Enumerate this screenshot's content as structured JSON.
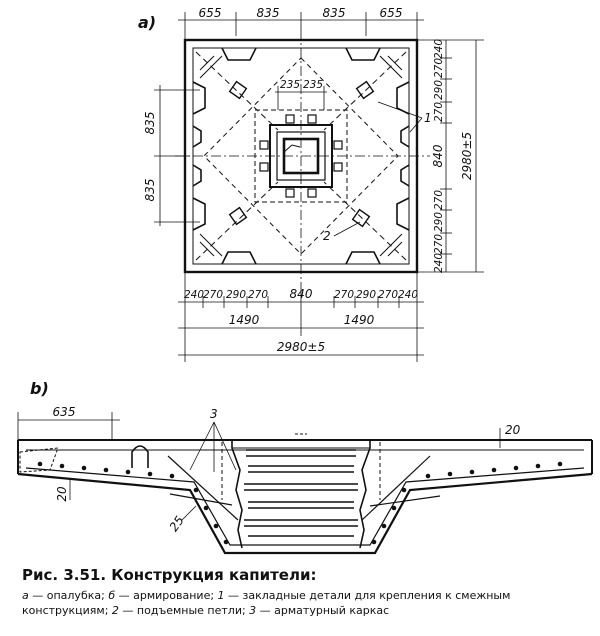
{
  "plan": {
    "label": "а)",
    "top_dims": [
      "655",
      "835",
      "835",
      "655"
    ],
    "inner_dims": [
      "235",
      "235"
    ],
    "left_dims": [
      "835",
      "835"
    ],
    "right_dims": [
      "240",
      "270",
      "290",
      "270",
      "840",
      "270",
      "290",
      "270",
      "240"
    ],
    "overall_right": "2980±5",
    "bottom_dims": [
      "240",
      "270",
      "290",
      "270",
      "840",
      "270",
      "290",
      "270",
      "240"
    ],
    "half_dims": [
      "1490",
      "1490"
    ],
    "overall_bottom": "2980±5",
    "callouts": [
      "1",
      "2"
    ]
  },
  "section": {
    "label": "b)",
    "dims": [
      "635",
      "20",
      "20",
      "25"
    ],
    "callout": "3"
  },
  "caption": {
    "title": "Рис. 3.51. Конструкция капители:",
    "legend": [
      {
        "key": "а",
        "text": " — опалубка; "
      },
      {
        "key": "б",
        "text": " — армирование; "
      },
      {
        "key": "1",
        "text": " — закладные детали для крепления к смежным конструкциям; "
      },
      {
        "key": "2",
        "text": " — подъемные петли; "
      },
      {
        "key": "3",
        "text": " — арматурный каркас"
      }
    ]
  }
}
